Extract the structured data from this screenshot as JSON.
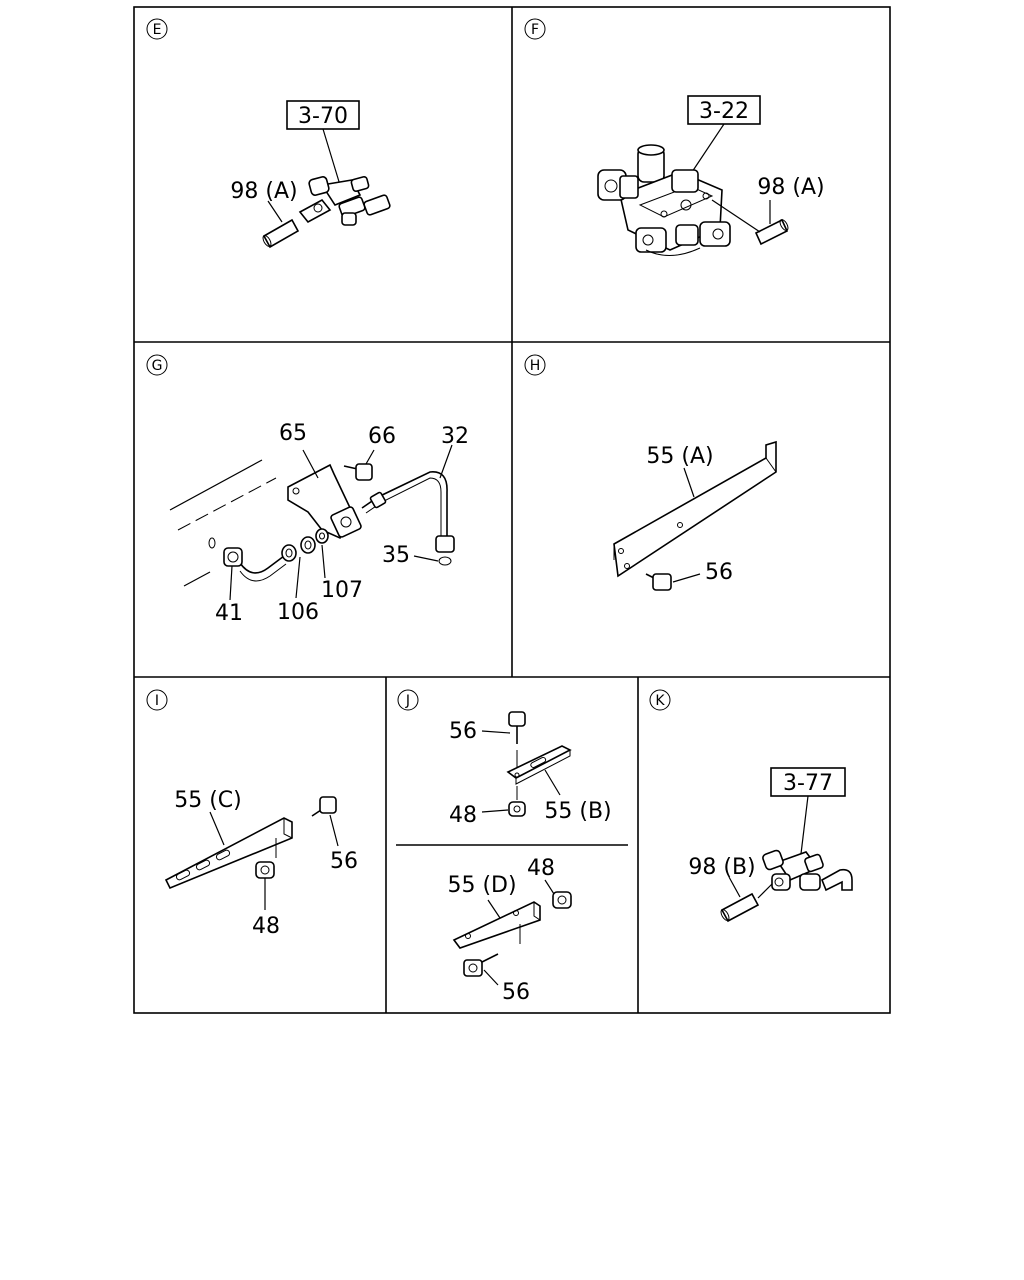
{
  "panels": {
    "E": {
      "marker": "E",
      "ref_box": "3-70",
      "labels": {
        "part_98a": "98 (A)"
      }
    },
    "F": {
      "marker": "F",
      "ref_box": "3-22",
      "labels": {
        "part_98a": "98 (A)"
      }
    },
    "G": {
      "marker": "G",
      "labels": {
        "part_65": "65",
        "part_66": "66",
        "part_32": "32",
        "part_35": "35",
        "part_41": "41",
        "part_106": "106",
        "part_107": "107"
      }
    },
    "H": {
      "marker": "H",
      "labels": {
        "part_55a": "55 (A)",
        "part_56": "56"
      }
    },
    "I": {
      "marker": "I",
      "labels": {
        "part_55c": "55 (C)",
        "part_56": "56",
        "part_48": "48"
      }
    },
    "J": {
      "marker": "J",
      "labels": {
        "part_56_top": "56",
        "part_55b": "55 (B)",
        "part_48_top": "48",
        "part_55d": "55 (D)",
        "part_48_bottom": "48",
        "part_56_bottom": "56"
      }
    },
    "K": {
      "marker": "K",
      "ref_box": "3-77",
      "labels": {
        "part_98b": "98 (B)"
      }
    }
  }
}
